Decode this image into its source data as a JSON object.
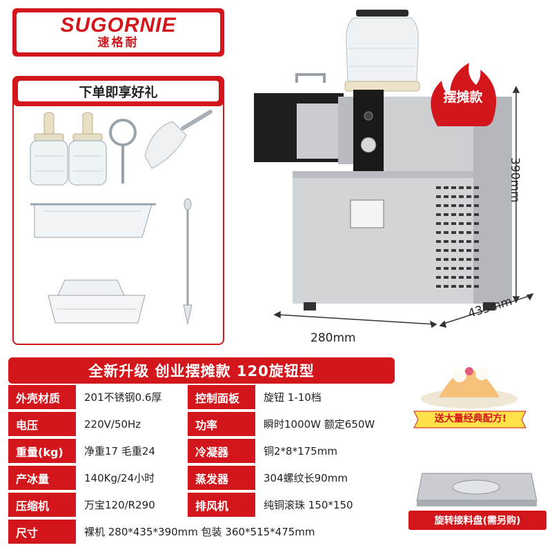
{
  "brand": {
    "name": "SUGORNIE",
    "name_cn": "速格耐"
  },
  "gift": {
    "title": "下单即享好礼"
  },
  "badge": {
    "label": "摆摊款"
  },
  "dimensions": {
    "height": "390mm",
    "width": "280mm",
    "depth": "435mm"
  },
  "specs": {
    "title": "全新升级 创业摆摊款 120旋钮型",
    "rows": [
      {
        "label1": "外壳材质",
        "value1": "201不锈钢0.6厚",
        "label2": "控制面板",
        "value2": "旋钮 1-10档"
      },
      {
        "label1": "电压",
        "value1": "220V/50Hz",
        "label2": "功率",
        "value2": "瞬时1000W 额定650W"
      },
      {
        "label1": "重量(kg)",
        "value1": "净重17 毛重24",
        "label2": "冷凝器",
        "value2": "铜2*8*175mm"
      },
      {
        "label1": "产冰量",
        "value1": "140Kg/24小时",
        "label2": "蒸发器",
        "value2": "304螺纹长90mm"
      },
      {
        "label1": "压缩机",
        "value1": "万宝120/R290",
        "label2": "排风机",
        "value2": "纯铜滚珠 150*150"
      }
    ],
    "last_row": {
      "label": "尺寸",
      "value": "裸机 280*435*390mm  包装 360*515*475mm"
    }
  },
  "promo": {
    "recipe": "送大量经典配方!",
    "tray": "旋转接料盘(需另购)"
  },
  "colors": {
    "accent": "#d2161b",
    "steel": "#c9cbcf",
    "dark": "#1f1f1f"
  }
}
